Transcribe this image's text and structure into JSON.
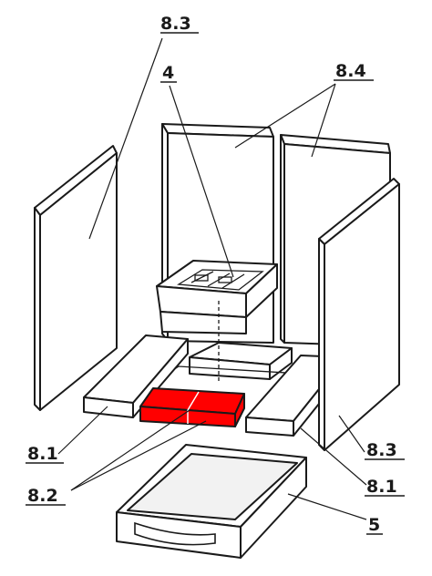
{
  "labels": {
    "side_plate_top": "8.3",
    "grate": "4",
    "back_plates": "8.4",
    "base_left": "8.1",
    "side_plate_right": "8.3",
    "base_middle": "8.2",
    "base_right": "8.1",
    "ash_drawer": "5"
  },
  "colors": {
    "highlight": "#ff0000",
    "line": "#1a1a1a",
    "background": "#ffffff"
  }
}
